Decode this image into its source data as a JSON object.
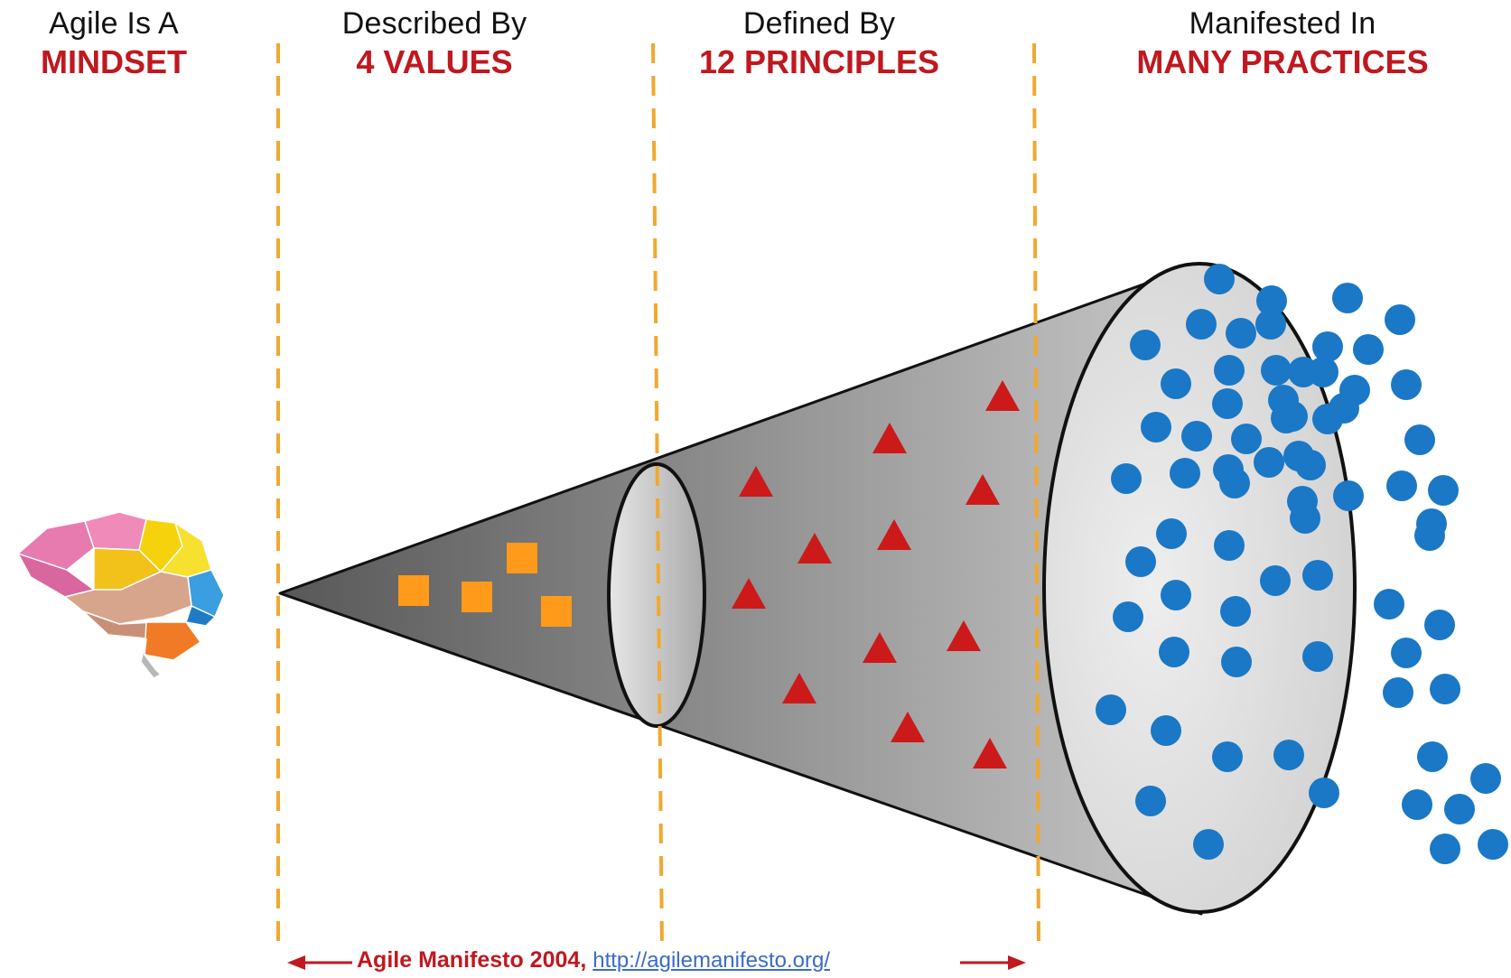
{
  "headers": [
    {
      "line1": "Agile Is A",
      "line2": "MINDSET"
    },
    {
      "line1": "Described By",
      "line2": "4 VALUES"
    },
    {
      "line1": "Defined By",
      "line2": "12 PRINCIPLES"
    },
    {
      "line1": "Manifested In",
      "line2": "MANY PRACTICES"
    }
  ],
  "footer": {
    "citation": "Agile Manifesto 2004",
    "separator": ",",
    "link_text": "http://agilemanifesto.org/"
  },
  "colors": {
    "accent_red": "#c0181f",
    "divider_orange": "#f0a830",
    "value_square": "#ff9a1a",
    "principle_triangle": "#cc1a1a",
    "practice_dot": "#1a78c6",
    "link_blue": "#3a6bc9"
  },
  "icons": {
    "brain": "brain-icon"
  }
}
